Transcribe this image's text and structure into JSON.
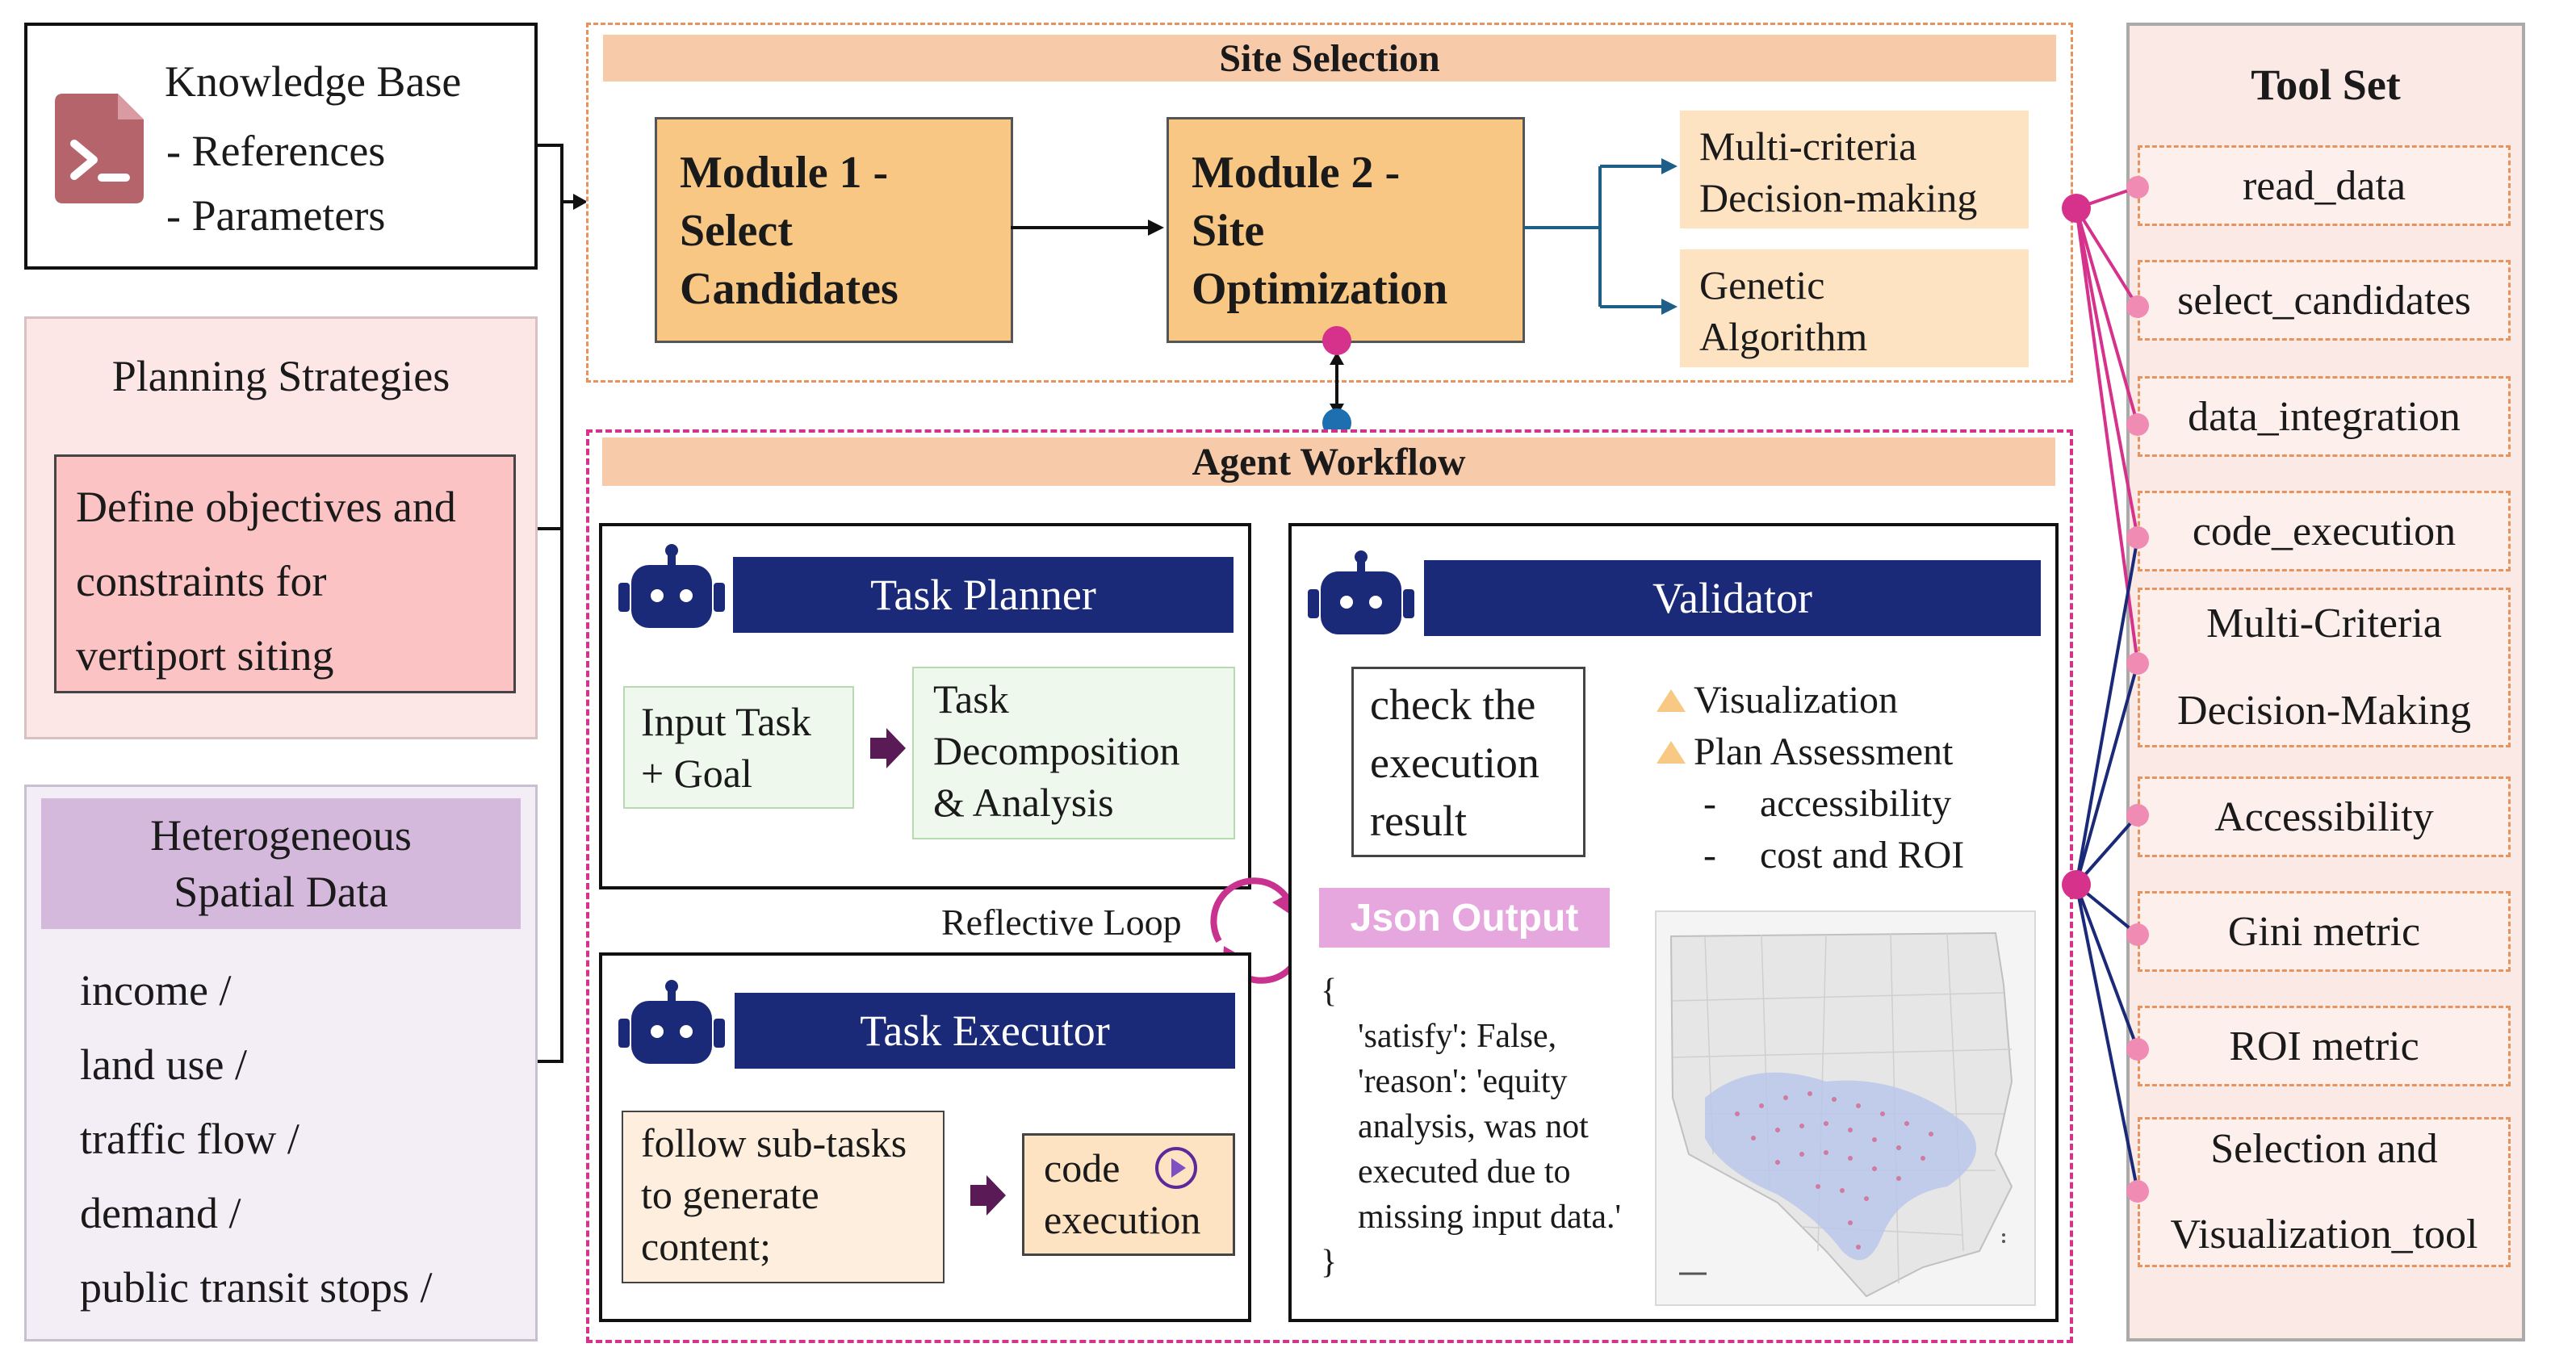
{
  "knowledge_base": {
    "title": "Knowledge Base",
    "items": [
      "- References",
      "- Parameters"
    ],
    "icon": "terminal-file-icon"
  },
  "planning": {
    "title": "Planning Strategies",
    "body": [
      "Define objectives and",
      "constraints for",
      "vertiport siting"
    ]
  },
  "spatial": {
    "title_lines": [
      "Heterogeneous",
      "Spatial Data"
    ],
    "items": [
      "income /",
      "land use /",
      "traffic flow /",
      "demand /",
      "public transit stops /"
    ]
  },
  "site_selection": {
    "title": "Site Selection",
    "module1": [
      "Module 1 -",
      "Select",
      "Candidates"
    ],
    "module2": [
      "Module 2 -",
      "Site",
      "Optimization"
    ],
    "methods": [
      [
        "Multi-criteria",
        "Decision-making"
      ],
      [
        "Genetic",
        "Algorithm"
      ]
    ]
  },
  "agent_workflow": {
    "title": "Agent Workflow",
    "planner": {
      "title": "Task Planner",
      "input": [
        "Input Task",
        "+ Goal"
      ],
      "output": [
        "Task",
        "Decomposition",
        "& Analysis"
      ]
    },
    "loop_label": "Reflective Loop",
    "executor": {
      "title": "Task Executor",
      "input": [
        "follow sub-tasks",
        "to generate",
        "content;"
      ],
      "output": [
        "code",
        "execution"
      ]
    },
    "validator": {
      "title": "Validator",
      "check": [
        "check the",
        "execution",
        "result"
      ],
      "list": [
        {
          "marker": "triangle",
          "text": "Visualization"
        },
        {
          "marker": "triangle",
          "text": "Plan Assessment"
        },
        {
          "marker": "-",
          "text": "accessibility"
        },
        {
          "marker": "-",
          "text": "cost and ROI"
        }
      ],
      "json_label": "Json Output",
      "json_lines": [
        "{",
        "'satisfy': False,",
        "'reason': 'equity",
        "analysis, was not",
        "executed due to",
        "missing input data.'",
        "}"
      ]
    }
  },
  "tool_set": {
    "title": "Tool Set",
    "tools": [
      [
        "read_data"
      ],
      [
        "select_candidates"
      ],
      [
        "data_integration"
      ],
      [
        "code_execution"
      ],
      [
        "Multi-Criteria",
        "Decision-Making"
      ],
      [
        "Accessibility"
      ],
      [
        "Gini metric"
      ],
      [
        "ROI metric"
      ],
      [
        "Selection and",
        "Visualization_tool"
      ]
    ]
  },
  "colors": {
    "module_fill": "#f9c784",
    "bar_fill": "#f7cba9",
    "navy": "#1b2a78",
    "magenta": "#d6318b",
    "connector_blue": "#1e6fb0",
    "tool_border": "#e8925e",
    "json_label_fill": "#e6a6de"
  }
}
